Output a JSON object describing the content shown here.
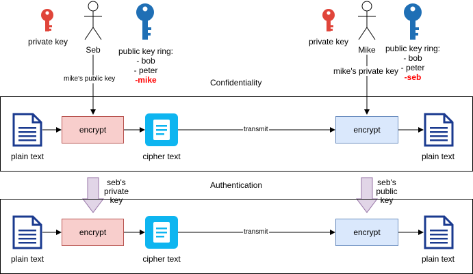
{
  "left_party": {
    "private_key_label": "private key",
    "name": "Seb",
    "ring_title": "public key ring:",
    "ring_items": [
      "- bob",
      "- peter"
    ],
    "ring_highlight": "-mike",
    "edge_label": "mike's public key"
  },
  "right_party": {
    "private_key_label": "private key",
    "name": "Mike",
    "ring_title": "public key ring:",
    "ring_items": [
      "- bob",
      "- peter"
    ],
    "ring_highlight": "-seb",
    "edge_label": "mike's private key"
  },
  "confidentiality": {
    "title": "Confidentiality",
    "left_doc_label": "plain text",
    "encrypt_left": "encrypt",
    "cipher_label": "cipher text",
    "transmit": "transmit",
    "encrypt_right": "encrypt",
    "right_doc_label": "plain text"
  },
  "authentication": {
    "title": "Authentication",
    "left_doc_label": "plain text",
    "encrypt_left": "encrypt",
    "cipher_label": "cipher text",
    "transmit": "transmit",
    "encrypt_right": "encrypt",
    "right_doc_label": "plain text",
    "left_arrow_label": [
      "seb's",
      "private",
      "key"
    ],
    "right_arrow_label": [
      "seb's",
      "public",
      "key"
    ]
  },
  "colors": {
    "red_key": "#e0453a",
    "blue_key": "#1f6fb5",
    "doc": "#1a3a8f",
    "cipher": "#0eb5f0",
    "arrow_fill": "#e1d5e7",
    "arrow_stroke": "#9673a6"
  }
}
